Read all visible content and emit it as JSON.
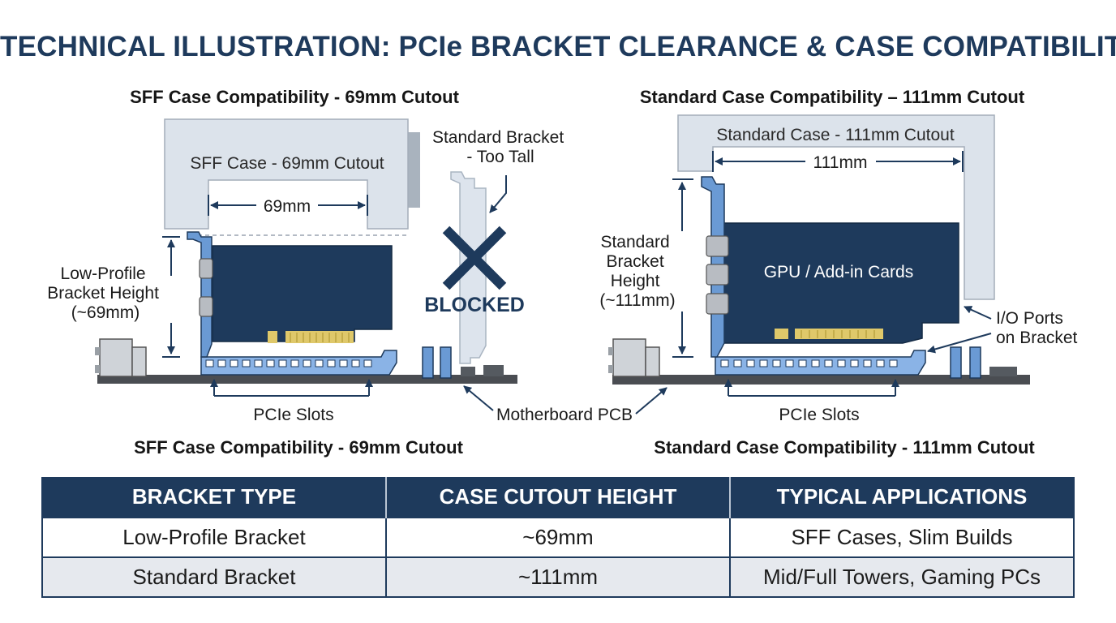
{
  "title": "TECHNICAL ILLUSTRATION: PCIe BRACKET CLEARANCE & CASE COMPATIBILITY",
  "colors": {
    "navy": "#1e3a5c",
    "bracket_blue": "#6a9ad4",
    "case_gray": "#dce3eb",
    "pcb_dark": "#4a4d52",
    "slot_blue": "#8ab3e6"
  },
  "left_panel": {
    "heading": "SFF Case Compatibility - 69mm Cutout",
    "case_label": "SFF Case - 69mm Cutout",
    "cutout_dimension": "69mm",
    "bracket_height_label": [
      "Low-Profile",
      "Bracket Height",
      "(~69mm)"
    ],
    "blocked_bracket_label": [
      "Standard Bracket",
      "- Too Tall"
    ],
    "blocked_text": "BLOCKED",
    "slots_label": "PCIe Slots",
    "footer_heading": "SFF Case Compatibility - 69mm Cutout"
  },
  "shared": {
    "pcb_label": "Motherboard PCB"
  },
  "right_panel": {
    "heading": "Standard Case Compatibility – 111mm Cutout",
    "case_label": "Standard Case - 111mm Cutout",
    "cutout_dimension": "111mm",
    "bracket_height_label": [
      "Standard",
      "Bracket",
      "Height",
      "(~111mm)"
    ],
    "card_label": "GPU / Add-in Cards",
    "io_label": [
      "I/O Ports",
      "on Bracket"
    ],
    "slots_label": "PCIe Slots",
    "footer_heading": "Standard Case Compatibility - 111mm Cutout"
  },
  "table": {
    "headers": [
      "BRACKET TYPE",
      "CASE CUTOUT HEIGHT",
      "TYPICAL APPLICATIONS"
    ],
    "rows": [
      [
        "Low-Profile Bracket",
        "~69mm",
        "SFF Cases, Slim Builds"
      ],
      [
        "Standard Bracket",
        "~111mm",
        "Mid/Full Towers, Gaming PCs"
      ]
    ]
  }
}
